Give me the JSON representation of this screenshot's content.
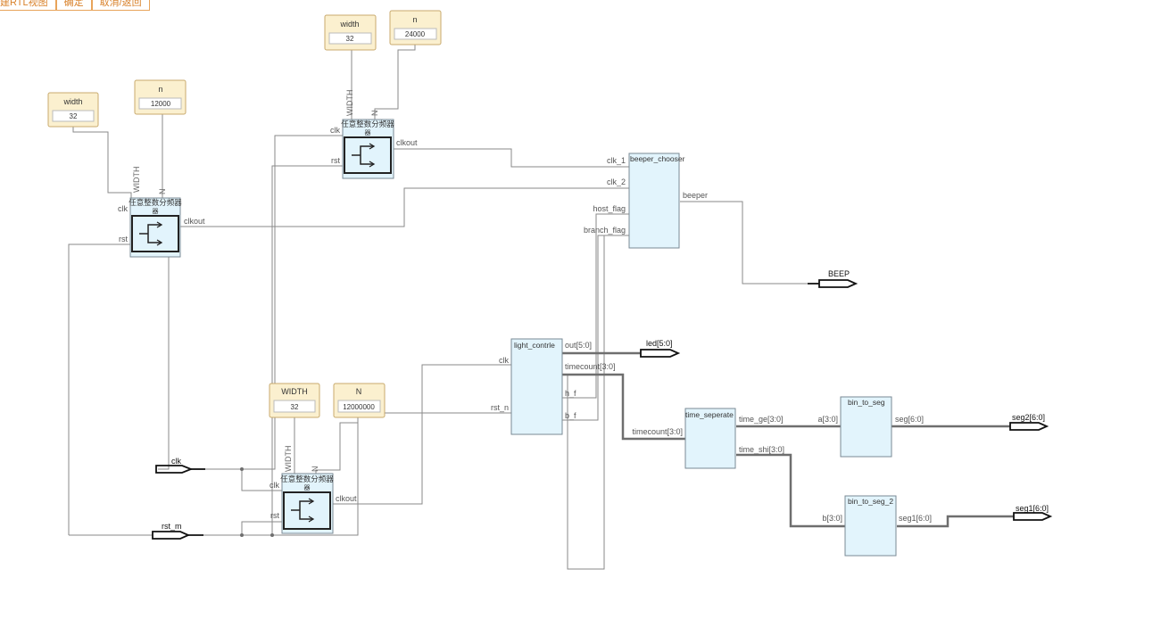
{
  "toolbar": {
    "buttons": [
      "新建RTL视图",
      "确定",
      "取消/返回"
    ]
  },
  "colors": {
    "param_fill": "#fbf0cf",
    "param_stroke": "#c8aa6e",
    "module_fill": "#e2f4fc",
    "module_stroke": "#7a8a94",
    "wire": "#8a8a8a",
    "bus": "#6e6e6e",
    "text": "#555555"
  },
  "params": {
    "p1_name": "width",
    "p1_value": "32",
    "p2_name": "n",
    "p2_value": "12000",
    "p3_name": "width",
    "p3_value": "32",
    "p4_name": "n",
    "p4_value": "24000",
    "p5_name": "WIDTH",
    "p5_value": "32",
    "p6_name": "N",
    "p6_value": "12000000"
  },
  "dividers": {
    "d1": {
      "title": "任意整数分频器",
      "port_width": "WIDTH",
      "port_n": "N",
      "port_clk": "clk",
      "port_rst": "rst",
      "port_clkout": "clkout"
    },
    "d2": {
      "title": "任意整数分频器",
      "port_width": "WIDTH",
      "port_n": "N",
      "port_clk": "clk",
      "port_rst": "rst",
      "port_clkout": "clkout"
    },
    "d3": {
      "title": "任意整数分频器",
      "port_width": "WIDTH",
      "port_n": "N",
      "port_clk": "clk",
      "port_rst": "rst",
      "port_clkout": "clkout"
    }
  },
  "modules": {
    "beeper": {
      "title": "beeper_chooser",
      "in1": "clk_1",
      "in2": "clk_2",
      "in3": "host_flag",
      "in4": "branch_flag",
      "out1": "beeper"
    },
    "light": {
      "title": "light_contrle",
      "in1": "clk",
      "in2": "rst_n",
      "out1": "out[5:0]",
      "out2": "timecount[3:0]",
      "out3": "h_f",
      "out4": "b_f"
    },
    "timesep": {
      "title": "time_seperate",
      "in1": "timecount[3:0]",
      "out1": "time_ge[3:0]",
      "out2": "time_shi[3:0]"
    },
    "bin1": {
      "title": "bin_to_seg",
      "in1": "a[3:0]",
      "out1": "seg[6:0]"
    },
    "bin2": {
      "title": "bin_to_seg_2",
      "in1": "b[3:0]",
      "out1": "seg1[6:0]"
    }
  },
  "io": {
    "clk": "clk",
    "rst_m": "rst_m",
    "beep": "BEEP",
    "led": "led[5:0]",
    "seg2": "seg2[6:0]",
    "seg1": "seg1[6:0]"
  }
}
